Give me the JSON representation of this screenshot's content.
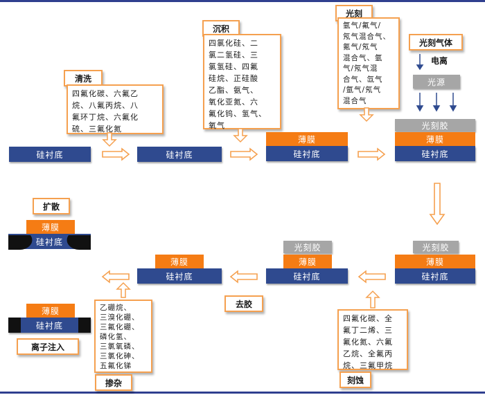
{
  "labels": {
    "clean": "清洗",
    "deposit": "沉积",
    "litho": "光刻",
    "etch": "刻蚀",
    "strip": "去胶",
    "doping": "掺杂",
    "diffusion": "扩散",
    "implant": "离子注入",
    "litho_gas": "光刻气体",
    "ionize": "电离",
    "light_source": "光源"
  },
  "layers": {
    "substrate": "硅衬底",
    "film": "薄膜",
    "resist": "光刻胶"
  },
  "gases": {
    "clean": "四氟化碳、六氟乙\n烷、八氟丙烷、八\n氟环丁烷、六氟化\n硫、三氟化氮",
    "deposit": "四氯化硅、二\n氯二氢硅、三\n氯氢硅、四氟\n硅烷、正硅酸\n乙酯、氨气、\n氧化亚氮、六\n氟化钨、氢气、\n氧气",
    "litho": "氩气/氟气/\n氖气混合气、\n氪气/氖气\n混合气、氩\n气/氖气混\n合气、氙气\n/氩气/氖气\n混合气",
    "etch": "四氟化碳、全\n氟丁二烯、三\n氟化氮、六氟\n乙烷、全氟丙\n烷、三氟甲烷",
    "doping": "乙硼烷、\n三溴化硼、\n三氟化硼、\n磷化氢、\n三氯氧磷、\n三氯化砷、\n五氟化锑"
  },
  "colors": {
    "substrate": "#2f4a8f",
    "film": "#f57c14",
    "resist": "#a6a6a6",
    "label_border": "#f5a04f",
    "arrow": "#f5a04f"
  }
}
